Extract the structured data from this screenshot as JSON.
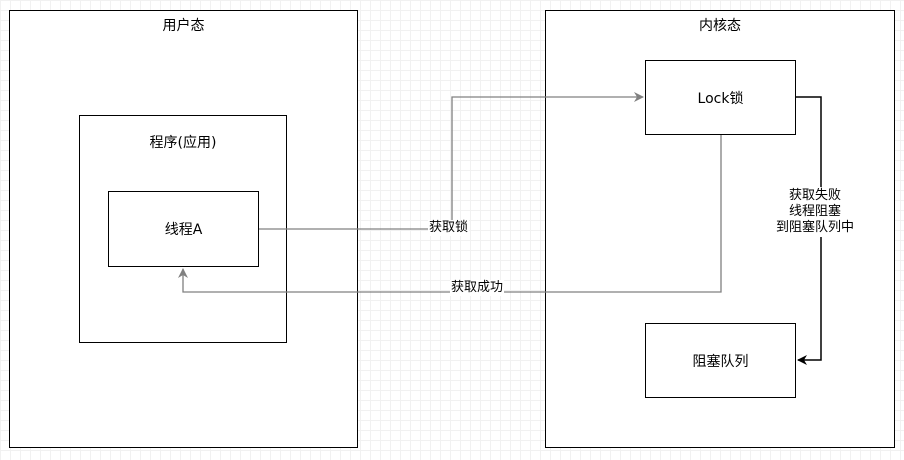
{
  "user_space": {
    "title": "用户态"
  },
  "program": {
    "title": "程序(应用)"
  },
  "thread": {
    "label": "线程A"
  },
  "kernel_space": {
    "title": "内核态"
  },
  "lock": {
    "label": "Lock锁"
  },
  "queue": {
    "label": "阻塞队列"
  },
  "edges": {
    "acquire": "获取锁",
    "success": "获取成功",
    "fail_line1": "获取失败",
    "fail_line2": "线程阻塞",
    "fail_line3": "到阻塞队列中"
  },
  "colors": {
    "edge": "#808080",
    "fail_edge": "#000000",
    "border": "#000000"
  }
}
